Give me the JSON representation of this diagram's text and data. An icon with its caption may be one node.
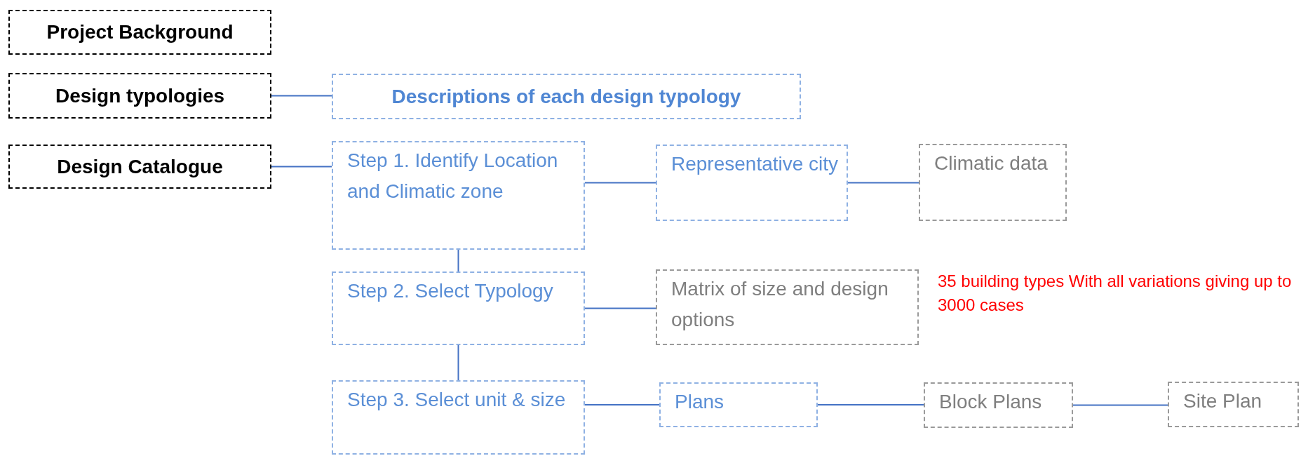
{
  "diagram": {
    "nodes": [
      {
        "text": [
          "Project Background"
        ]
      },
      {
        "text": [
          "Design typologies"
        ]
      },
      {
        "text": [
          "Descriptions of each design typology"
        ]
      },
      {
        "text": [
          "Design Catalogue"
        ]
      },
      {
        "text": [
          "Step 1. Identify Location and Climatic zone"
        ]
      },
      {
        "text": [
          "Representative city"
        ]
      },
      {
        "text": [
          "Climatic data"
        ]
      },
      {
        "text": [
          "Step 2. Select Typology"
        ]
      },
      {
        "text": [
          "Matrix of size and design options"
        ]
      },
      {
        "text": [
          "Step 3. Select unit & size"
        ]
      },
      {
        "text": [
          "Plans"
        ]
      },
      {
        "text": [
          "Block Plans"
        ]
      },
      {
        "text": [
          "Site Plan"
        ]
      }
    ],
    "edges": [
      {
        "from": 1,
        "to": 2,
        "arrow": "none"
      },
      {
        "from": 3,
        "to": 4,
        "arrow": "none"
      },
      {
        "from": 4,
        "to": 5,
        "arrow": "none"
      },
      {
        "from": 5,
        "to": 6,
        "arrow": "none"
      },
      {
        "from": 4,
        "to": 7,
        "arrow": "none"
      },
      {
        "from": 7,
        "to": 8,
        "arrow": "none"
      },
      {
        "from": 7,
        "to": 9,
        "arrow": "none"
      },
      {
        "from": 9,
        "to": 10,
        "arrow": "none"
      },
      {
        "from": 10,
        "to": 11,
        "arrow": "none"
      },
      {
        "from": 11,
        "to": 12,
        "arrow": "none"
      }
    ],
    "labels": [
      "35 building types With all variations giving up to 3000 cases"
    ]
  }
}
